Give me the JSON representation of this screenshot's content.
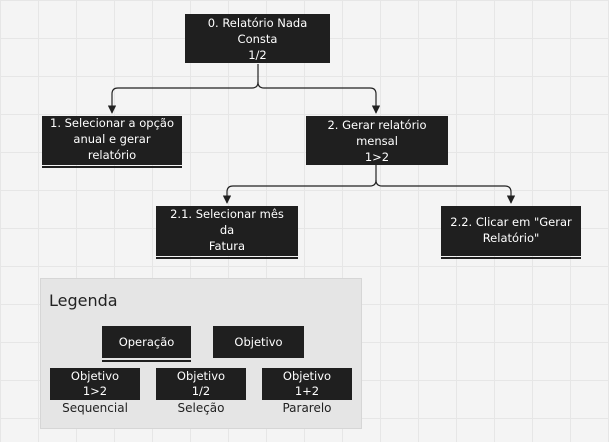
{
  "nodes": {
    "root": "0. Relatório Nada Consta\n1/2",
    "n1": "1. Selecionar a opção\nanual e gerar relatório",
    "n2": "2. Gerar relatório mensal\n1>2",
    "n21": "2.1. Selecionar mês da\nFatura",
    "n22": "2.2. Clicar em \"Gerar\nRelatório\""
  },
  "legend": {
    "title": "Legenda",
    "operation": "Operação",
    "objective": "Objetivo",
    "sequential_box": "Objetivo\n1>2",
    "sequential_label": "Sequencial",
    "selection_box": "Objetivo\n1/2",
    "selection_label": "Seleção",
    "parallel_box": "Objetivo\n1+2",
    "parallel_label": "Pararelo"
  },
  "colors": {
    "node_fill": "#1f1f1f",
    "connector": "#222222",
    "legend_fill": "#e5e5e5"
  }
}
